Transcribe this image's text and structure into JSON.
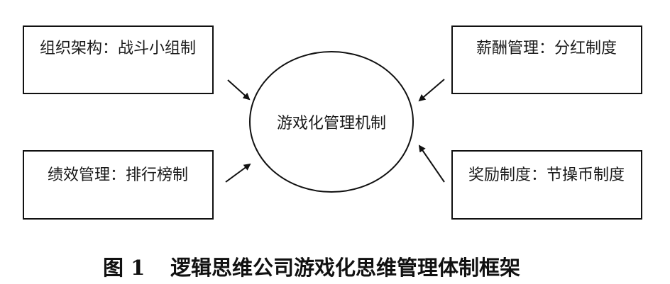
{
  "diagram": {
    "center": {
      "label": "游戏化管理机制"
    },
    "boxes": {
      "top_left": "组织架构：战斗小组制",
      "bottom_left": "绩效管理：排行榜制",
      "top_right": "薪酬管理：分红制度",
      "bottom_right": "奖励制度：节操币制度"
    },
    "caption": {
      "number": "图 1",
      "title": "逻辑思维公司游戏化思维管理体制框架"
    }
  }
}
